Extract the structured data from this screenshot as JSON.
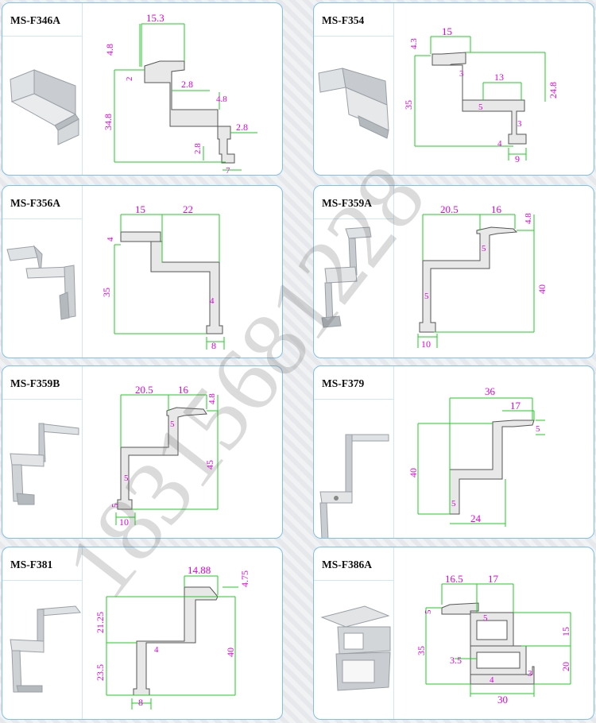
{
  "watermark": "18315681228",
  "cards": [
    {
      "model": "MS-F346A",
      "dims": [
        "15.3",
        "4.8",
        "2",
        "2.8",
        "4.8",
        "34.8",
        "2.8",
        "2.8",
        "7"
      ]
    },
    {
      "model": "MS-F354",
      "dims": [
        "15",
        "4.3",
        "3",
        "13",
        "24.8",
        "35",
        "5",
        "3",
        "4",
        "9"
      ]
    },
    {
      "model": "MS-F356A",
      "dims": [
        "15",
        "22",
        "4",
        "35",
        "4",
        "8"
      ]
    },
    {
      "model": "MS-F359A",
      "dims": [
        "20.5",
        "16",
        "4.8",
        "5",
        "40",
        "5",
        "10"
      ]
    },
    {
      "model": "MS-F359B",
      "dims": [
        "20.5",
        "16",
        "4.8",
        "5",
        "45",
        "5",
        "5",
        "10"
      ]
    },
    {
      "model": "MS-F379",
      "dims": [
        "36",
        "17",
        "5",
        "40",
        "5",
        "24"
      ]
    },
    {
      "model": "MS-F381",
      "dims": [
        "14.88",
        "4.75",
        "21.25",
        "40",
        "4",
        "23.5",
        "8"
      ]
    },
    {
      "model": "MS-F386A",
      "dims": [
        "16.5",
        "17",
        "5",
        "5",
        "15",
        "35",
        "3.5",
        "20",
        "3",
        "4",
        "30"
      ]
    }
  ]
}
